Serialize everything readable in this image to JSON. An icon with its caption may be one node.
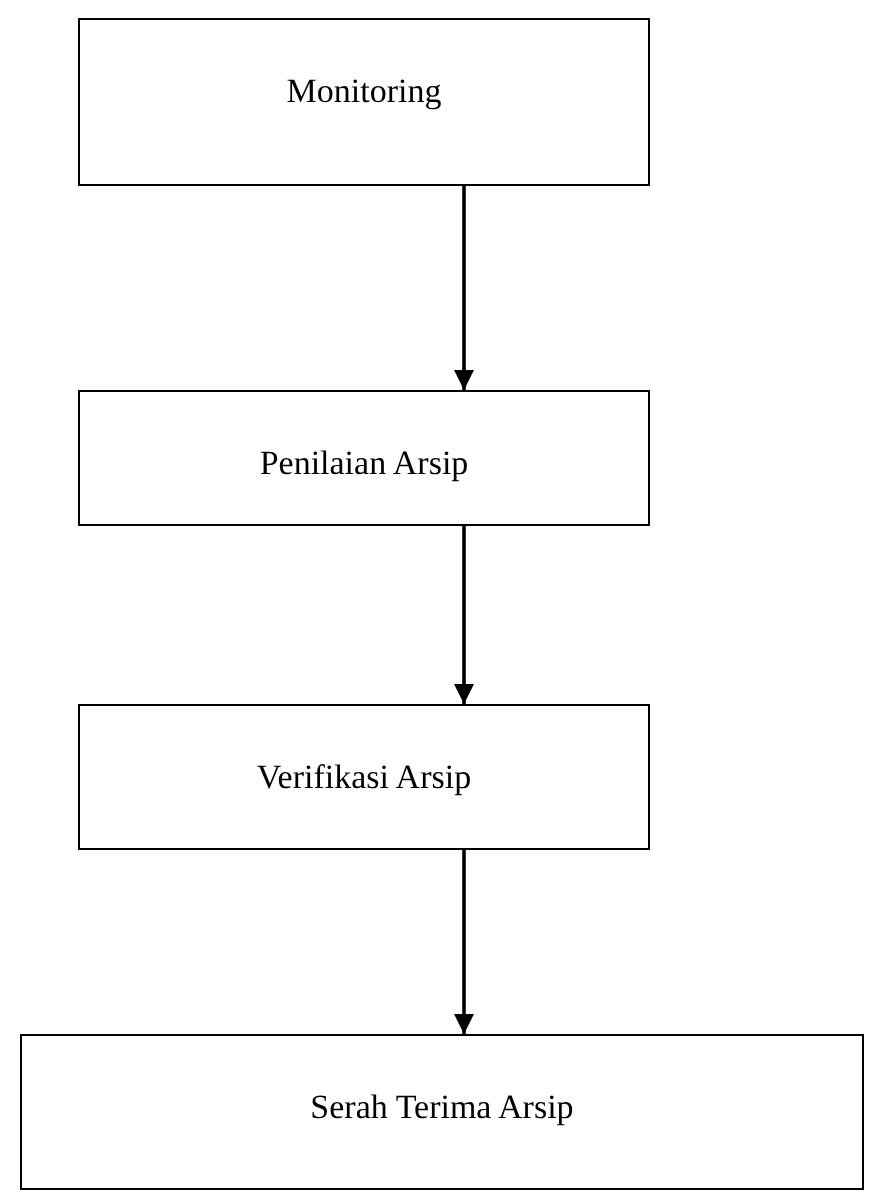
{
  "diagram": {
    "nodes": [
      {
        "text": [
          "Monitoring"
        ]
      },
      {
        "text": [
          "Penilaian Arsip"
        ]
      },
      {
        "text": [
          "Verifikasi Arsip"
        ]
      },
      {
        "text": [
          "Serah Terima Arsip"
        ]
      }
    ],
    "edges": [
      {
        "from": 0,
        "to": 1,
        "arrow": "to"
      },
      {
        "from": 1,
        "to": 2,
        "arrow": "to"
      },
      {
        "from": 2,
        "to": 3,
        "arrow": "to"
      }
    ]
  }
}
